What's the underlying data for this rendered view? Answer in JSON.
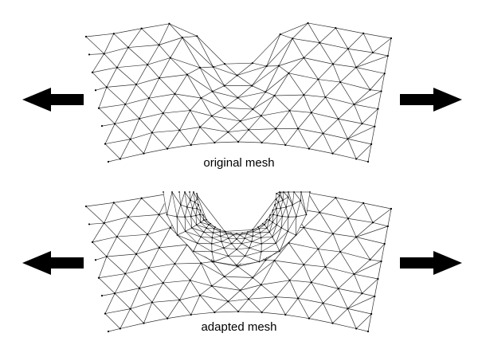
{
  "panels": [
    {
      "id": "original",
      "label": "original mesh"
    },
    {
      "id": "adapted",
      "label": "adapted mesh"
    }
  ],
  "icons": {
    "load_left": "arrow-left-icon",
    "load_right": "arrow-right-icon"
  },
  "colors": {
    "mesh": "#333333",
    "arrow": "#000000",
    "background": "#ffffff"
  }
}
